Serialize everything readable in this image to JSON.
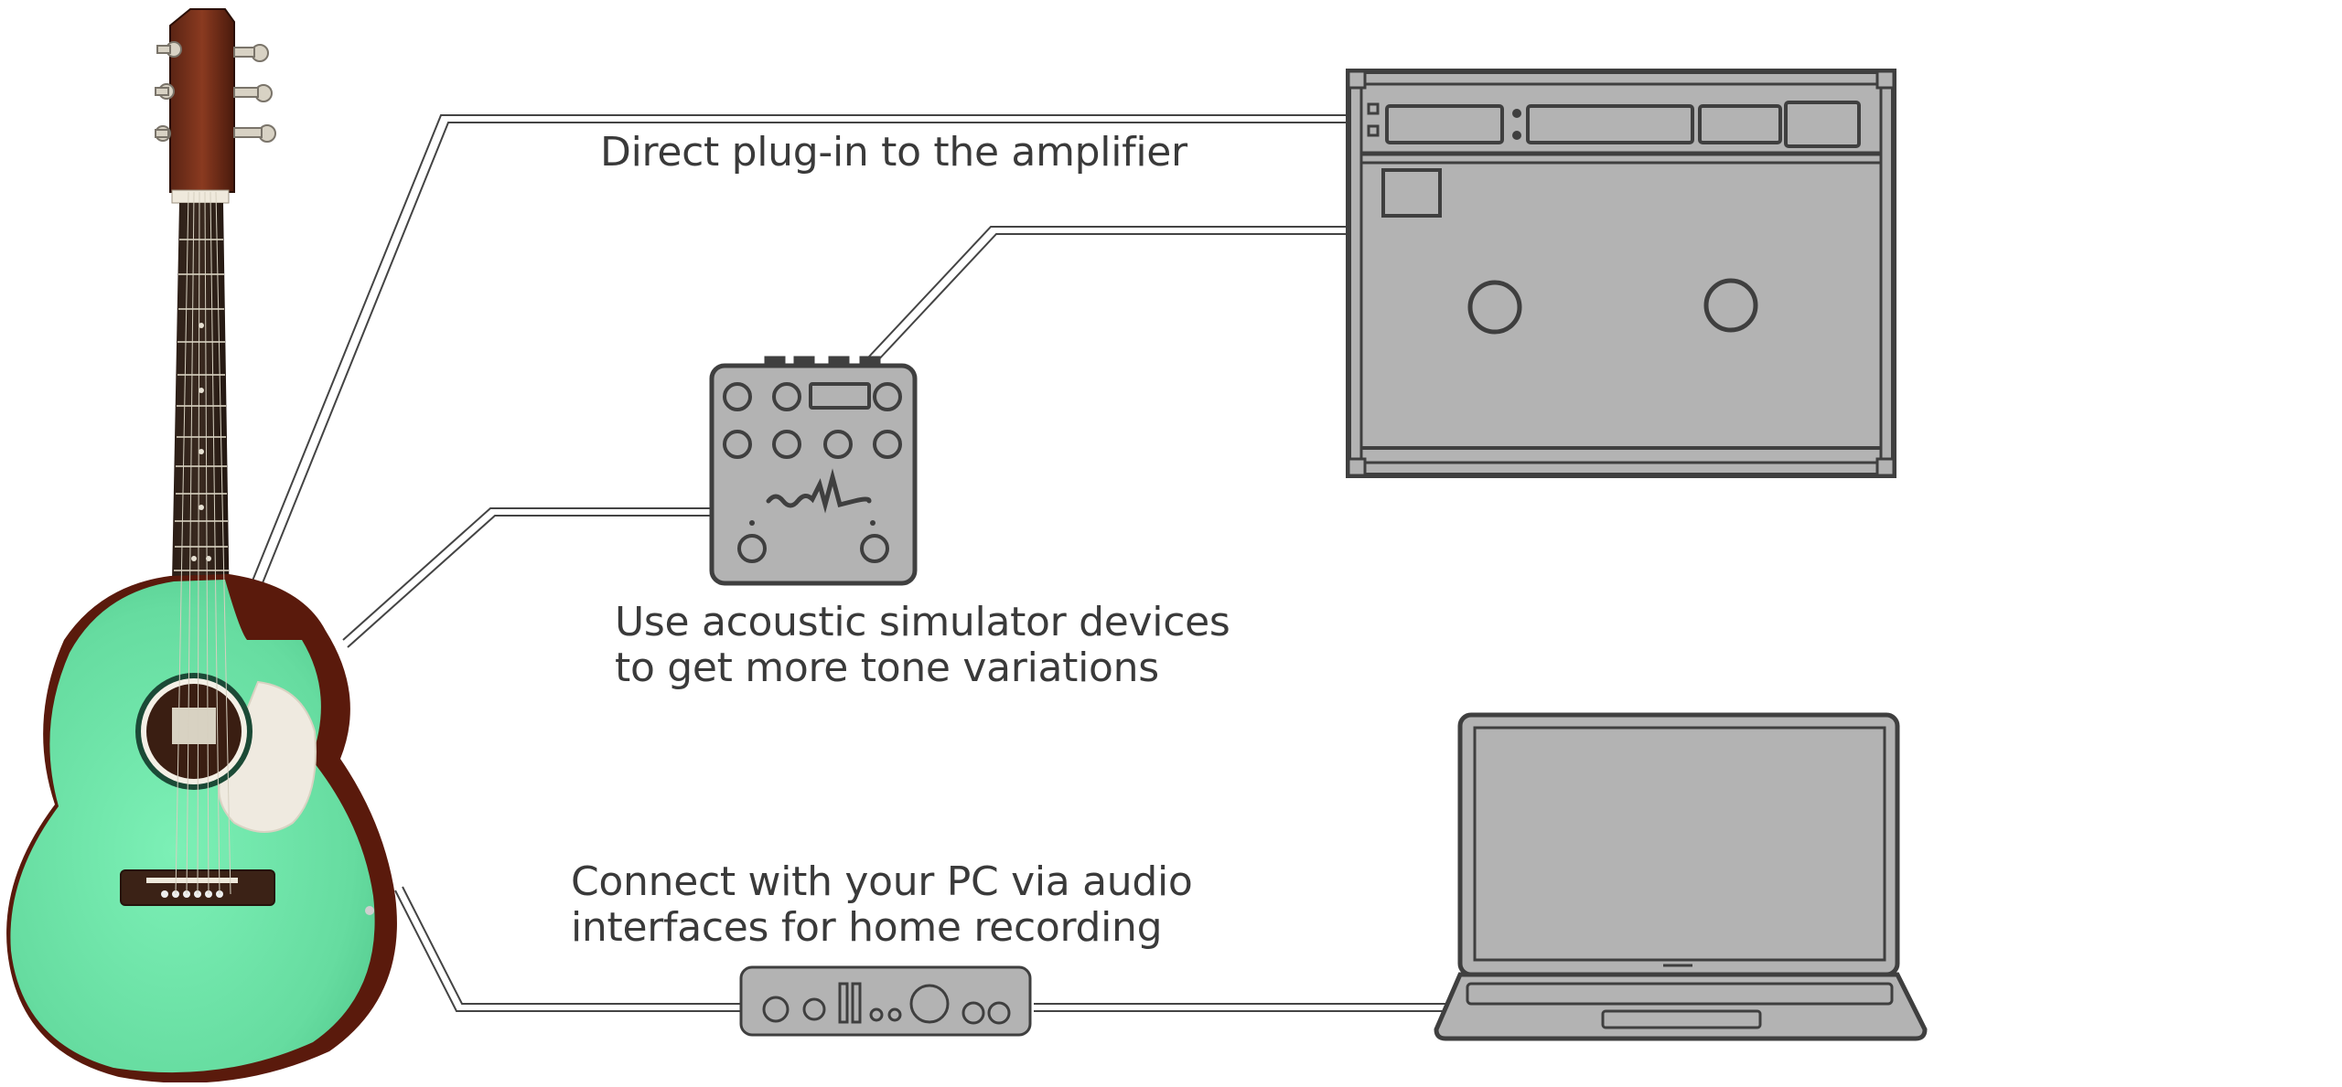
{
  "captions": {
    "amplifier": [
      "Direct plug-in to the amplifier"
    ],
    "simulator": [
      "Use acoustic simulator devices",
      "to get more tone variations"
    ],
    "pc": [
      "Connect with your PC via audio",
      "interfaces for home recording"
    ]
  },
  "devices": {
    "guitar": {
      "icon": "acoustic-guitar-icon",
      "body_color": "#6fe3a6"
    },
    "pedal": {
      "icon": "acoustic-simulator-pedal-icon"
    },
    "amplifier": {
      "icon": "amplifier-icon"
    },
    "audio_interface": {
      "icon": "audio-interface-icon"
    },
    "laptop": {
      "icon": "laptop-icon"
    }
  },
  "colors": {
    "device_fill": "#b3b3b3",
    "device_stroke": "#3f3f3f",
    "cable": "#444444"
  }
}
